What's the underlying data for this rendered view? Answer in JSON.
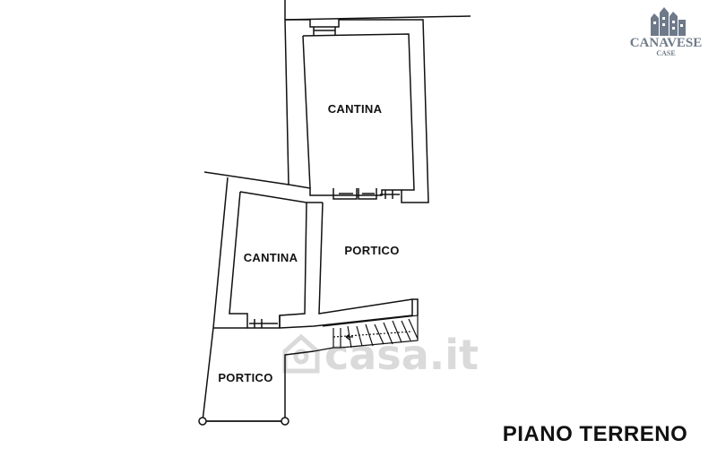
{
  "floor_title": "PIANO TERRENO",
  "rooms": {
    "cantina_upper": "CANTINA",
    "cantina_lower": "CANTINA",
    "portico_right": "PORTICO",
    "portico_lower": "PORTICO"
  },
  "logo": {
    "name": "CANAVESE",
    "sub": "CASE",
    "color": "#6e7a8a"
  },
  "watermark": {
    "text": "casa.it",
    "color": "#d7d7d7"
  },
  "colors": {
    "wall": "#111111",
    "background": "#ffffff"
  }
}
